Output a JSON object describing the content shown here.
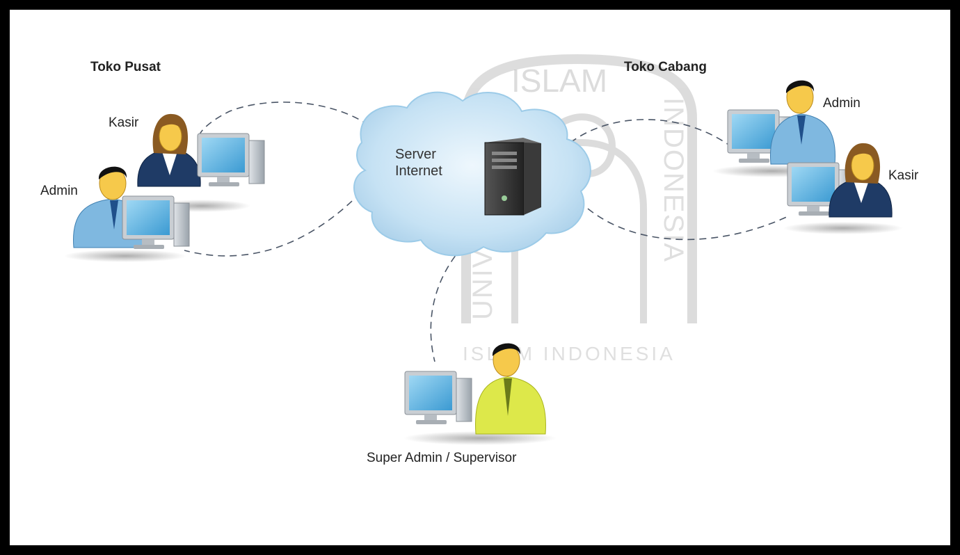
{
  "groups": {
    "pusat": "Toko Pusat",
    "cabang": "Toko Cabang"
  },
  "users": {
    "pusat_kasir": "Kasir",
    "pusat_admin": "Admin",
    "cabang_admin": "Admin",
    "cabang_kasir": "Kasir",
    "supervisor": "Super Admin / Supervisor"
  },
  "server": {
    "line1": "Server",
    "line2": "Internet"
  },
  "watermark": {
    "text_top": "ISLAM",
    "text_left": "UNIVERSITAS",
    "text_right": "INDONESIA",
    "text_bottom": "ISLAM INDONESIA"
  },
  "colors": {
    "cloud": "#b9d9ee",
    "dash": "#4a5566",
    "shirt_blue": "#7fb8e0",
    "shirt_yellow": "#dde84a",
    "suit_navy": "#1f3b66"
  }
}
